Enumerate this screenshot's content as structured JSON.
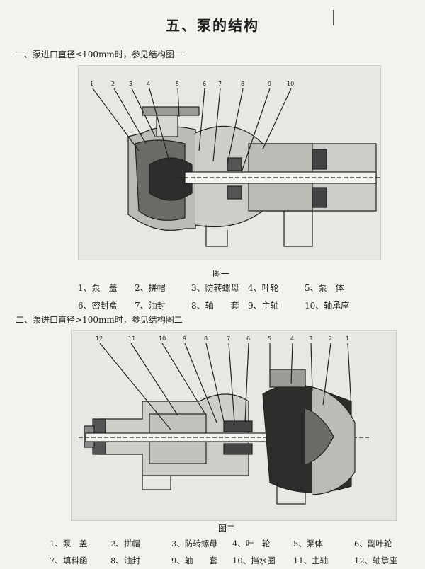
{
  "title": "五、泵的结构",
  "section1": "一、泵进口直径≤100mm时，参见结构图一",
  "section2": "二、泵进口直径>100mm时，参见结构图二",
  "figure1": {
    "caption": "图一",
    "callouts": [
      "1",
      "2",
      "3",
      "4",
      "5",
      "6",
      "7",
      "8",
      "9",
      "10"
    ],
    "parts": [
      "1、泵　盖",
      "2、拼帽",
      "3、防转螺母",
      "4、叶轮",
      "5、泵　体",
      "6、密封盒",
      "7、油封",
      "8、轴　　套",
      "9、主轴",
      "10、轴承座"
    ]
  },
  "figure2": {
    "caption": "图二",
    "callouts": [
      "12",
      "11",
      "10",
      "9",
      "8",
      "7",
      "6",
      "5",
      "4",
      "3",
      "2",
      "1"
    ],
    "parts": [
      "1、泵　盖",
      "2、拼帽",
      "3、防转螺母",
      "4、叶　轮",
      "5、泵体",
      "6、副叶轮",
      "7、填料函",
      "8、油封",
      "9、轴　　套",
      "10、挡水圈",
      "11、主轴",
      "12、轴承座"
    ]
  }
}
